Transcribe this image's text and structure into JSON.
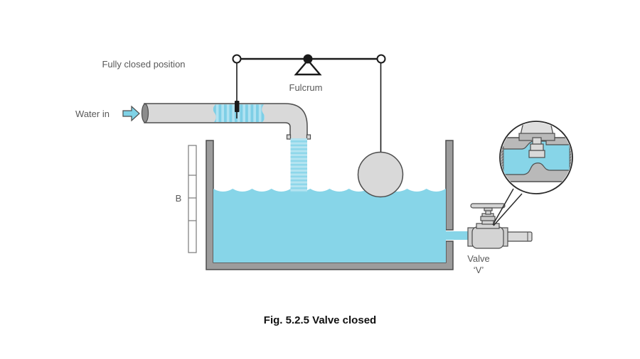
{
  "figure": {
    "caption": "Fig. 5.2.5 Valve closed",
    "labels": {
      "position_state": "Fully closed position",
      "water_in": "Water in",
      "fulcrum": "Fulcrum",
      "level_marker": "B",
      "valve_line1": "Valve",
      "valve_line2": "‘V’"
    },
    "colors": {
      "water": "#87d5e8",
      "water_stripe_light": "#b3e3f2",
      "water_stripe_dark": "#83d1e8",
      "pipe_gray": "#d9d9d9",
      "tank_wall_gray": "#9c9c9c",
      "float_gray": "#d9d9d9",
      "cutaway_body_gray": "#b9b9b9",
      "label_text": "#595959",
      "line_black": "#1a1a1a"
    }
  }
}
